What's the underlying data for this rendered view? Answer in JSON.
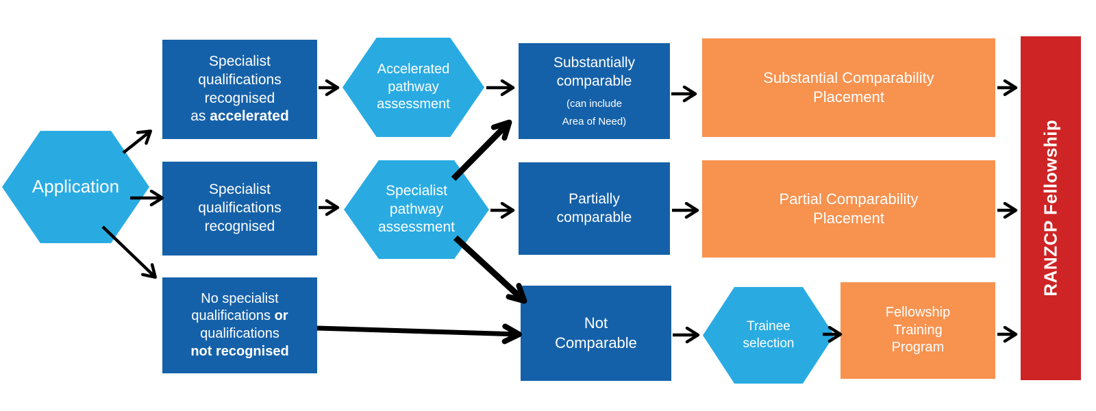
{
  "colors": {
    "light_blue": "#29ABE2",
    "dark_blue": "#1561A9",
    "orange": "#F7924F",
    "red": "#CE2425",
    "arrow": "#000000",
    "text": "#FFFFFF"
  },
  "nodes": {
    "application": {
      "label": "Application"
    },
    "accel_box": {
      "line1": "Specialist",
      "line2": "qualifications",
      "line3": "recognised",
      "line4_prefix": "as ",
      "line4_bold": "accelerated"
    },
    "accel_hex": {
      "line1": "Accelerated",
      "line2": "pathway",
      "line3": "assessment"
    },
    "subst_box": {
      "line1": "Substantially",
      "line2": "comparable",
      "note1": "(can include",
      "note2": "Area of Need)"
    },
    "subst_placement": {
      "line1": "Substantial Comparability",
      "line2": "Placement"
    },
    "spec_box": {
      "line1": "Specialist",
      "line2": "qualifications",
      "line3": "recognised"
    },
    "spec_hex": {
      "line1": "Specialist",
      "line2": "pathway",
      "line3": "assessment"
    },
    "partial_box": {
      "line1": "Partially",
      "line2": "comparable"
    },
    "partial_placement": {
      "line1": "Partial Comparability",
      "line2": "Placement"
    },
    "noqual_box": {
      "line1": "No specialist",
      "line2_prefix": "qualifications ",
      "line2_bold": "or",
      "line3": "qualifications",
      "line4_bold": "not recognised"
    },
    "notcomp_box": {
      "line1": "Not",
      "line2": "Comparable"
    },
    "trainee_hex": {
      "line1": "Trainee",
      "line2": "selection"
    },
    "fellowship_program": {
      "line1": "Fellowship",
      "line2": "Training",
      "line3": "Program"
    },
    "ranzcp": {
      "label": "RANZCP Fellowship"
    }
  },
  "edges": [
    {
      "from": "application",
      "to": "accel_box"
    },
    {
      "from": "application",
      "to": "spec_box"
    },
    {
      "from": "application",
      "to": "noqual_box"
    },
    {
      "from": "accel_box",
      "to": "accel_hex"
    },
    {
      "from": "accel_hex",
      "to": "subst_box"
    },
    {
      "from": "subst_box",
      "to": "subst_placement"
    },
    {
      "from": "subst_placement",
      "to": "ranzcp"
    },
    {
      "from": "spec_box",
      "to": "spec_hex"
    },
    {
      "from": "spec_hex",
      "to": "subst_box"
    },
    {
      "from": "spec_hex",
      "to": "partial_box"
    },
    {
      "from": "spec_hex",
      "to": "notcomp_box"
    },
    {
      "from": "partial_box",
      "to": "partial_placement"
    },
    {
      "from": "partial_placement",
      "to": "ranzcp"
    },
    {
      "from": "noqual_box",
      "to": "notcomp_box"
    },
    {
      "from": "notcomp_box",
      "to": "trainee_hex"
    },
    {
      "from": "trainee_hex",
      "to": "fellowship_program"
    },
    {
      "from": "fellowship_program",
      "to": "ranzcp"
    }
  ]
}
